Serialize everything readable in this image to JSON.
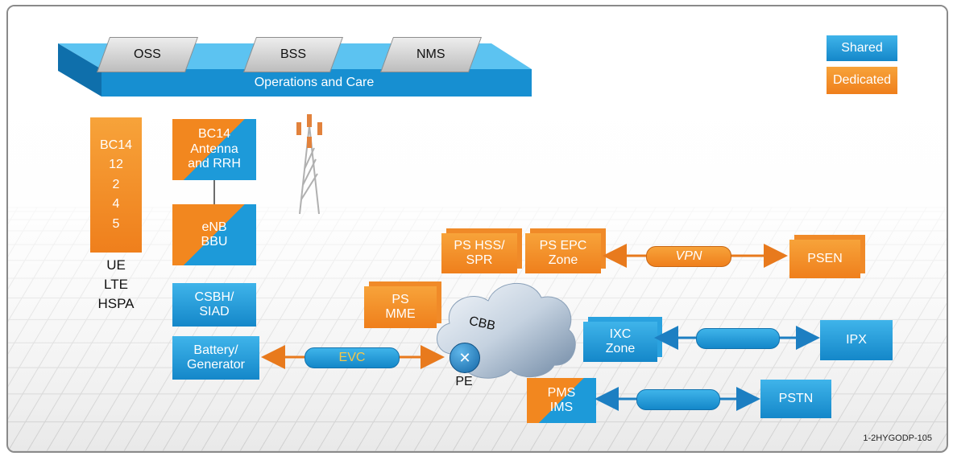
{
  "operations": {
    "systems": [
      "OSS",
      "BSS",
      "NMS"
    ],
    "platform_label": "Operations and Care"
  },
  "legend": {
    "shared": "Shared",
    "dedicated": "Dedicated"
  },
  "ue": {
    "bands": [
      "BC14",
      "12",
      "2",
      "4",
      "5"
    ],
    "labels": [
      "UE",
      "LTE",
      "HSPA"
    ]
  },
  "cell_site": {
    "antenna": "BC14\nAntenna\nand RRH",
    "enb": "eNB\nBBU",
    "csbh": "CSBH/\nSIAD",
    "battery": "Battery/\nGenerator"
  },
  "core": {
    "ps_hss": "PS HSS/\nSPR",
    "ps_epc": "PS EPC\nZone",
    "ps_mme": "PS\nMME",
    "cbb": "CBB",
    "pe": "PE",
    "ixc": "IXC\nZone",
    "pms": "PMS\nIMS"
  },
  "links": {
    "vpn": "VPN",
    "evc": "EVC"
  },
  "external": {
    "psen": "PSEN",
    "ipx": "IPX",
    "pstn": "PSTN"
  },
  "figure_id": "1-2HYGODP-105",
  "colors": {
    "shared": "#1d9ad9",
    "dedicated": "#f2871f"
  }
}
